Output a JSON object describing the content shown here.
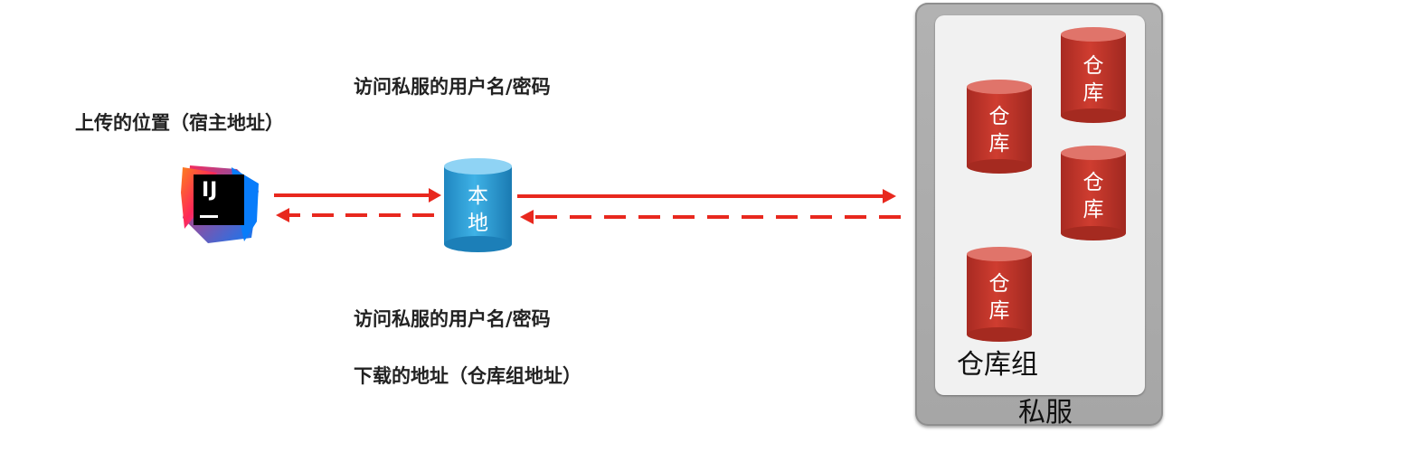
{
  "labels": {
    "upload_auth": "访问私服的用户名/密码",
    "upload_location": "上传的位置（宿主地址）",
    "download_auth": "访问私服的用户名/密码",
    "download_address": "下载的地址（仓库组地址）"
  },
  "ide_logo": {
    "icon": "intellij-idea-icon",
    "text": "IJ"
  },
  "local_repo": {
    "label": "本地",
    "color": "#2a9ed8"
  },
  "private_server": {
    "label": "私服",
    "group_label": "仓库组",
    "repositories": [
      {
        "label": "仓库"
      },
      {
        "label": "仓库"
      },
      {
        "label": "仓库"
      },
      {
        "label": "仓库"
      }
    ],
    "repo_color": "#c0392b"
  },
  "arrows": {
    "color": "#e8281e",
    "solid_direction": "right",
    "dashed_direction": "left"
  }
}
